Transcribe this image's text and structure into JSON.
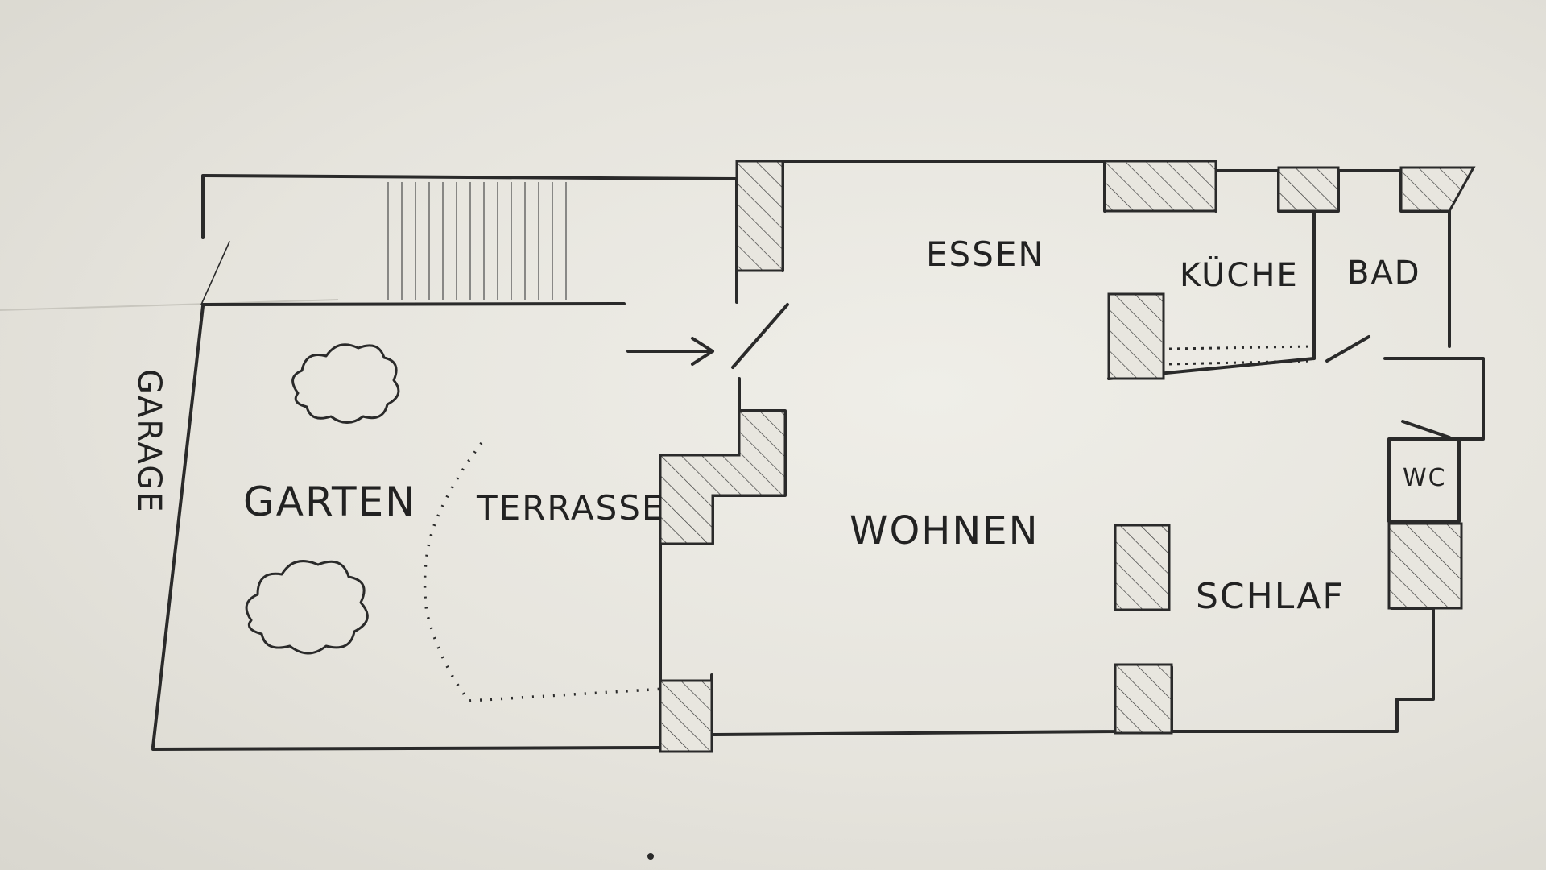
{
  "labels": {
    "garage": "GARAGE",
    "garten": "GARTEN",
    "terrasse": "TERRASSE",
    "essen": "ESSEN",
    "kueche": "KÜCHE",
    "bad": "BAD",
    "wohnen": "WOHNEN",
    "wc": "WC",
    "schlaf": "SCHLAF"
  },
  "colors": {
    "paper": "#e6e4dd",
    "ink": "#2a2a2a"
  },
  "icons": [
    "tree-icon",
    "tree-icon",
    "entrance-arrow-icon"
  ]
}
